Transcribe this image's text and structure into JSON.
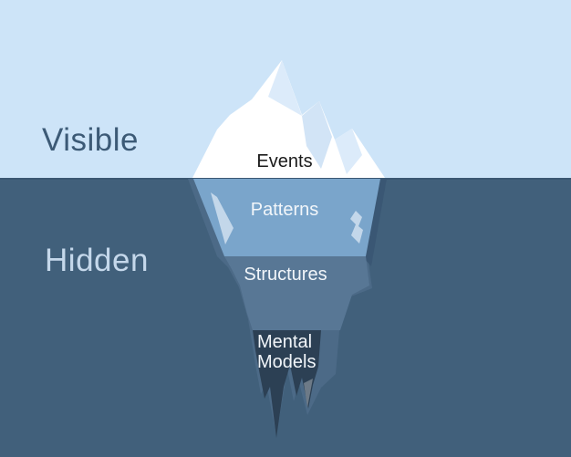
{
  "diagram": {
    "type": "iceberg-model",
    "zone_labels": {
      "above_water": "Visible",
      "below_water": "Hidden"
    },
    "levels": [
      {
        "id": "events",
        "label": "Events",
        "zone": "visible"
      },
      {
        "id": "patterns",
        "label": "Patterns",
        "zone": "hidden"
      },
      {
        "id": "structures",
        "label": "Structures",
        "zone": "hidden"
      },
      {
        "id": "mental-models",
        "label": "Mental Models",
        "zone": "hidden"
      }
    ]
  },
  "colors": {
    "sky": "#cde4f8",
    "water": "#41607b",
    "waterline_shadow": "#35506b",
    "visible_text": "#3c5a76",
    "hidden_text": "#c5d8eb",
    "iceberg_white": "#ffffff",
    "ice_tint_light": "#dcebfa",
    "ice_tint_mid": "#d2e4f6",
    "patterns_band": "#7aa5cb",
    "ice_shard": "#c3d7ea",
    "edge_shadow": "#3a5774",
    "underwater_silhouette": "#4c6a87",
    "structures_band": "#587795",
    "mental_models_block": "#2c4054",
    "gray_facet": "#6d7a87",
    "events_text": "#1b1b1b",
    "underwater_label_text": "#f2f6fa"
  }
}
